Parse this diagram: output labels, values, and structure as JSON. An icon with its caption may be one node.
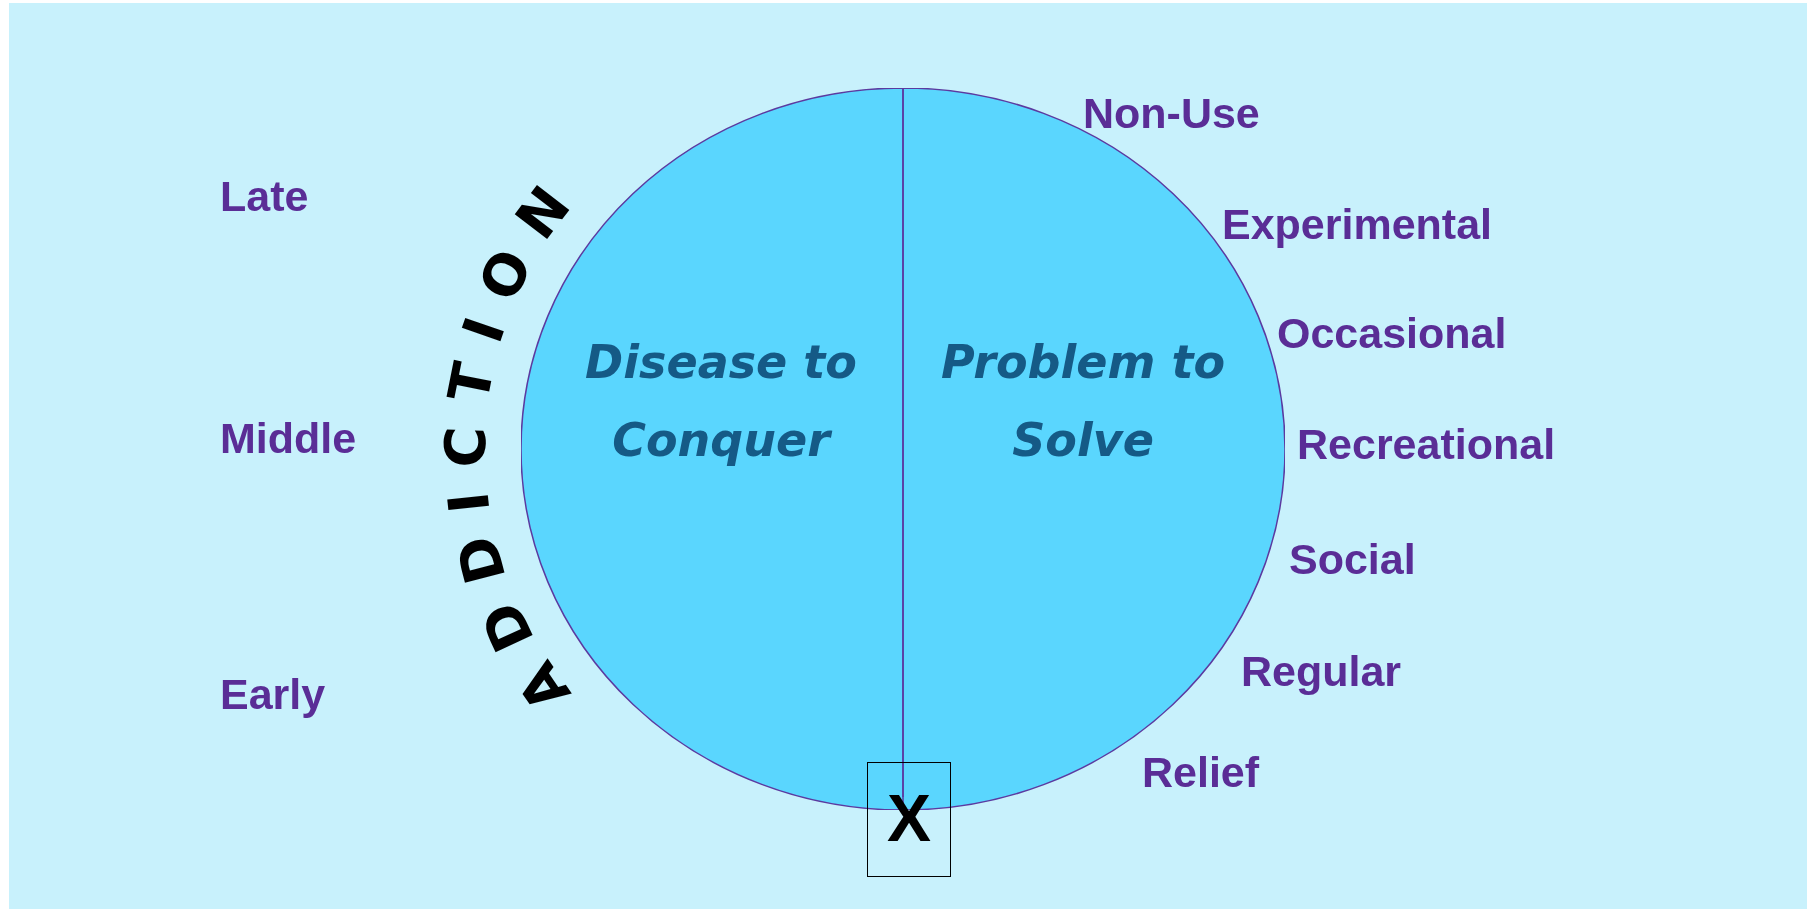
{
  "diagram": {
    "nodes": [
      {
        "text": [
          "Disease to Conquer"
        ]
      },
      {
        "text": [
          "Problem to Solve"
        ]
      },
      {
        "text": [
          "X"
        ]
      }
    ],
    "labels": [
      "ADDICTION",
      "Late",
      "Middle",
      "Early",
      "Non-Use",
      "Experimental",
      "Occasional",
      "Recreational",
      "Social",
      "Regular",
      "Relief"
    ]
  }
}
